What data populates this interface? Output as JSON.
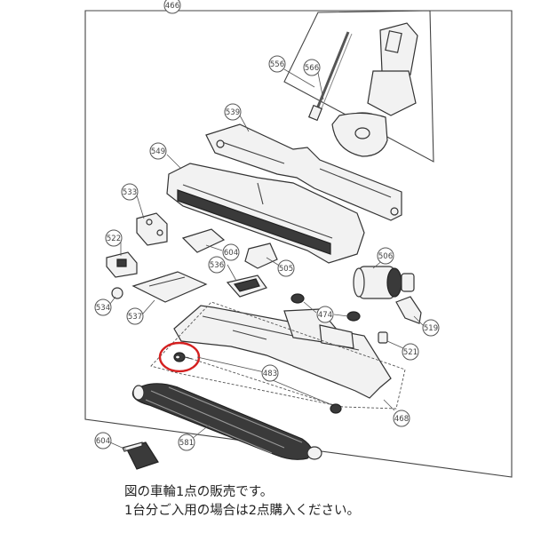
{
  "labels": [
    {
      "id": "466",
      "text": "466"
    },
    {
      "id": "556",
      "text": "556"
    },
    {
      "id": "566",
      "text": "566"
    },
    {
      "id": "539",
      "text": "539"
    },
    {
      "id": "549",
      "text": "549"
    },
    {
      "id": "533",
      "text": "533"
    },
    {
      "id": "522",
      "text": "522"
    },
    {
      "id": "604a",
      "text": "604"
    },
    {
      "id": "505",
      "text": "505"
    },
    {
      "id": "506",
      "text": "506"
    },
    {
      "id": "536",
      "text": "536"
    },
    {
      "id": "534",
      "text": "534"
    },
    {
      "id": "537",
      "text": "537"
    },
    {
      "id": "474",
      "text": "474"
    },
    {
      "id": "519",
      "text": "519"
    },
    {
      "id": "521",
      "text": "521"
    },
    {
      "id": "483",
      "text": "483"
    },
    {
      "id": "468",
      "text": "468"
    },
    {
      "id": "581",
      "text": "581"
    },
    {
      "id": "604b",
      "text": "604"
    }
  ],
  "highlight_color": "#d42020",
  "caption": {
    "line1": "図の車輪1点の販売です。",
    "line2": "1台分ご入用の場合は2点購入ください。"
  }
}
